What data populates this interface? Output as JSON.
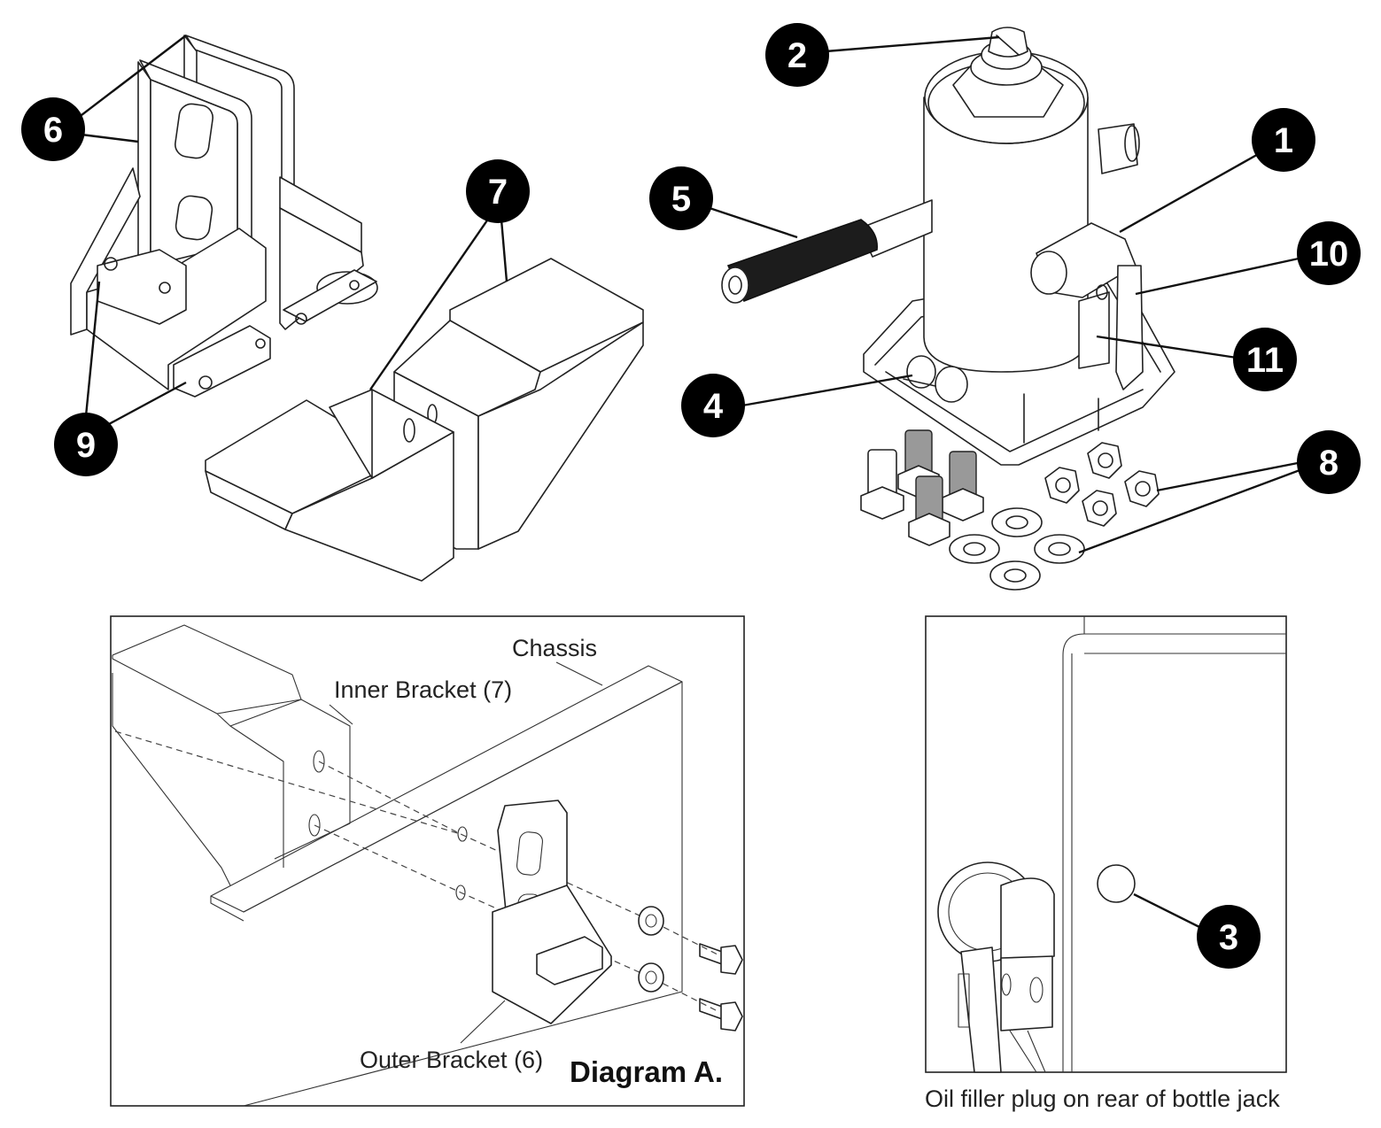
{
  "callouts": [
    {
      "id": "1",
      "label": "1"
    },
    {
      "id": "2",
      "label": "2"
    },
    {
      "id": "3",
      "label": "3"
    },
    {
      "id": "4",
      "label": "4"
    },
    {
      "id": "5",
      "label": "5"
    },
    {
      "id": "6",
      "label": "6"
    },
    {
      "id": "7",
      "label": "7"
    },
    {
      "id": "8",
      "label": "8"
    },
    {
      "id": "9",
      "label": "9"
    },
    {
      "id": "10",
      "label": "10"
    },
    {
      "id": "11",
      "label": "11"
    }
  ],
  "diagram_a": {
    "title": "Diagram A.",
    "labels": {
      "chassis": "Chassis",
      "inner_bracket": "Inner Bracket (7)",
      "outer_bracket": "Outer Bracket (6)"
    }
  },
  "inset": {
    "caption": "Oil filler plug on rear of bottle jack"
  }
}
